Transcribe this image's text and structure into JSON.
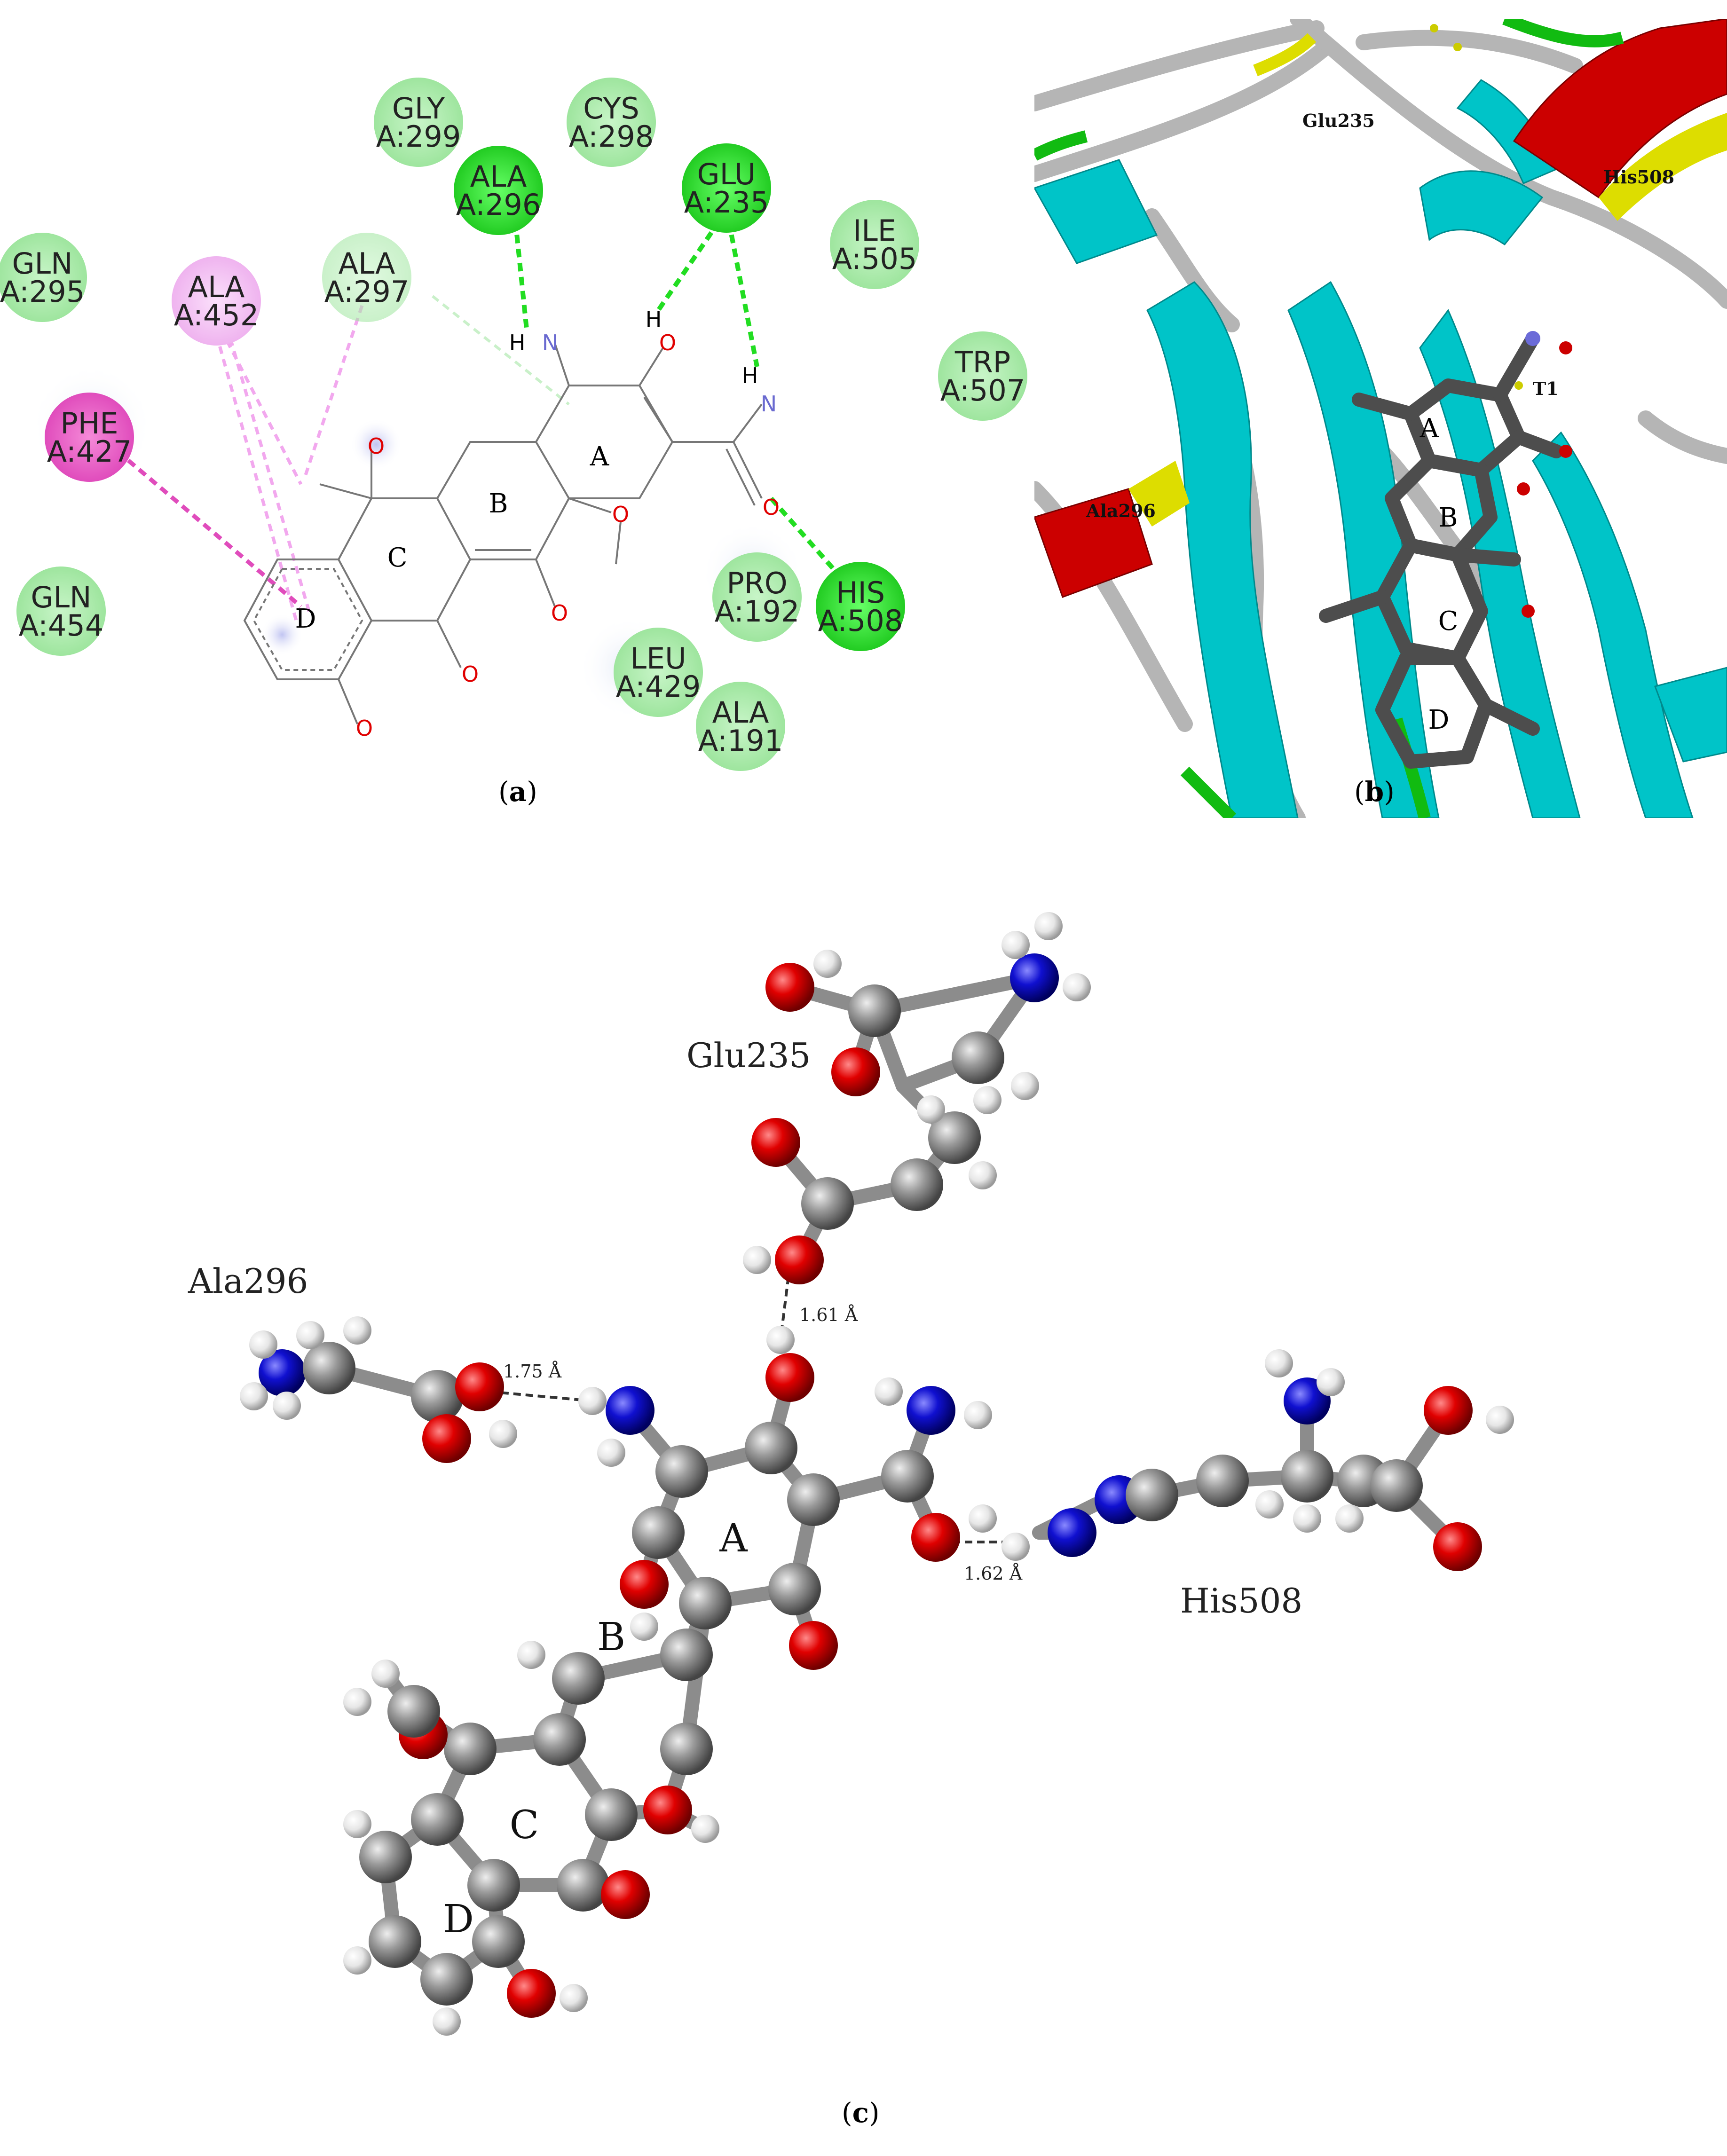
{
  "panel_a": {
    "residues": [
      {
        "id": "gly299",
        "name": "GLY",
        "pos": "A:299",
        "type": "vdw"
      },
      {
        "id": "cys298",
        "name": "CYS",
        "pos": "A:298",
        "type": "vdw"
      },
      {
        "id": "ala296",
        "name": "ALA",
        "pos": "A:296",
        "type": "hbond"
      },
      {
        "id": "glu235",
        "name": "GLU",
        "pos": "A:235",
        "type": "hbond"
      },
      {
        "id": "ile505",
        "name": "ILE",
        "pos": "A:505",
        "type": "vdw"
      },
      {
        "id": "gln295",
        "name": "GLN",
        "pos": "A:295",
        "type": "vdw"
      },
      {
        "id": "ala452",
        "name": "ALA",
        "pos": "A:452",
        "type": "alkyl"
      },
      {
        "id": "ala297",
        "name": "ALA",
        "pos": "A:297",
        "type": "vdw-weak"
      },
      {
        "id": "trp507",
        "name": "TRP",
        "pos": "A:507",
        "type": "vdw"
      },
      {
        "id": "phe427",
        "name": "PHE",
        "pos": "A:427",
        "type": "pi"
      },
      {
        "id": "pro192",
        "name": "PRO",
        "pos": "A:192",
        "type": "vdw"
      },
      {
        "id": "his508",
        "name": "HIS",
        "pos": "A:508",
        "type": "hbond"
      },
      {
        "id": "gln454",
        "name": "GLN",
        "pos": "A:454",
        "type": "vdw"
      },
      {
        "id": "leu429",
        "name": "LEU",
        "pos": "A:429",
        "type": "vdw"
      },
      {
        "id": "ala191",
        "name": "ALA",
        "pos": "A:191",
        "type": "vdw"
      }
    ],
    "rings": [
      "A",
      "B",
      "C",
      "D"
    ],
    "atoms": {
      "o": "O",
      "n": "N",
      "h": "H"
    },
    "caption": "a"
  },
  "panel_b": {
    "labels": {
      "glu": "Glu235",
      "his": "His508",
      "ala": "Ala296",
      "t1": "T1"
    },
    "rings": [
      "A",
      "B",
      "C",
      "D"
    ],
    "caption": "b"
  },
  "panel_c": {
    "residues": {
      "glu": "Glu235",
      "ala": "Ala296",
      "his": "His508"
    },
    "distances": [
      "1.61 Å",
      "1.75 Å",
      "1.62 Å"
    ],
    "rings": [
      "A",
      "B",
      "C",
      "D"
    ],
    "caption": "c"
  },
  "colors": {
    "vdw": "#a8eaa8",
    "hbond": "#22dd22",
    "alkyl": "#f2bdf2",
    "pi": "#ea5ac8",
    "oxygen": "#dd0000",
    "nitrogen": "#1010cc",
    "carbon": "#888888",
    "hydrogen": "#eeeeee",
    "ribbon_cyan": "#00c8cc",
    "ribbon_red": "#cc0000",
    "ribbon_gray": "#aaaaaa",
    "ribbon_green": "#00bb00"
  }
}
